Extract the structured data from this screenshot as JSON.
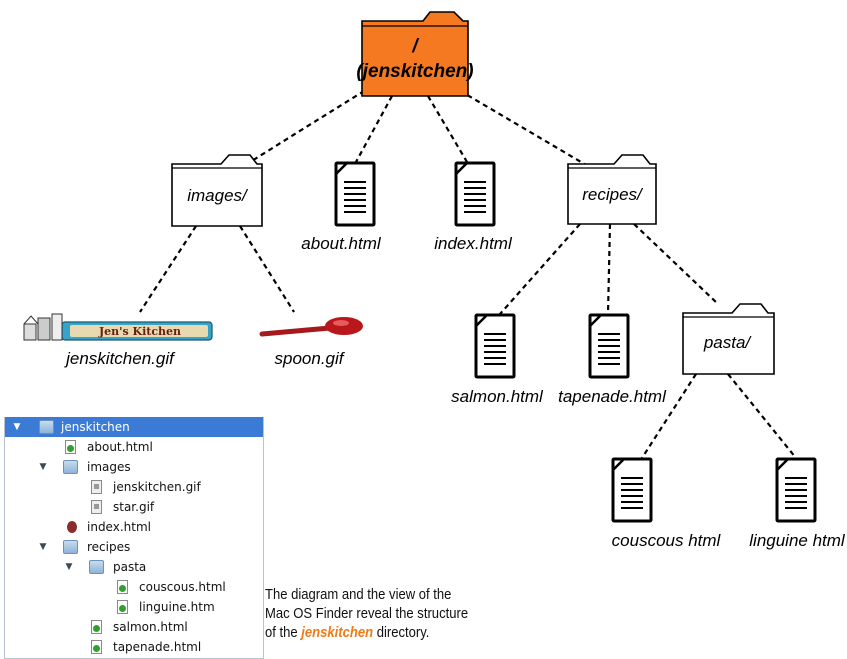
{
  "diagram": {
    "root_label_line1": "/",
    "root_label_line2": "(jenskitchen)",
    "images_folder": "images/",
    "about_file": "about.html",
    "index_file": "index.html",
    "recipes_folder": "recipes/",
    "jenskitchen_gif": "jenskitchen.gif",
    "jenskitchen_logo_text": "Jen's Kitchen",
    "spoon_gif": "spoon.gif",
    "salmon_file": "salmon.html",
    "tapenade_file": "tapenade.html",
    "pasta_folder": "pasta/",
    "couscous_file": "couscous html",
    "linguine_file": "linguine html",
    "colors": {
      "root_folder": "#F47920",
      "connector": "#000000"
    }
  },
  "finder": {
    "rows": [
      {
        "label": "jenskitchen",
        "icon": "folder-icon",
        "expanded": true,
        "selected": true
      },
      {
        "label": "about.html",
        "icon": "html-file-icon"
      },
      {
        "label": "images",
        "icon": "folder-icon",
        "expanded": true
      },
      {
        "label": "jenskitchen.gif",
        "icon": "gif-file-icon"
      },
      {
        "label": "star.gif",
        "icon": "gif-file-icon"
      },
      {
        "label": "index.html",
        "icon": "html-file-icon"
      },
      {
        "label": "recipes",
        "icon": "folder-icon",
        "expanded": true
      },
      {
        "label": "pasta",
        "icon": "folder-icon",
        "expanded": true
      },
      {
        "label": "couscous.html",
        "icon": "html-file-icon"
      },
      {
        "label": "linguine.htm",
        "icon": "html-file-icon"
      },
      {
        "label": "salmon.html",
        "icon": "html-file-icon"
      },
      {
        "label": "tapenade.html",
        "icon": "html-file-icon"
      }
    ],
    "colors": {
      "selection": "#3B7BD6"
    }
  },
  "caption": {
    "line1": "The diagram and the view of the",
    "line2": "Mac OS Finder reveal the structure",
    "line3_prefix": "of the",
    "highlight": "jenskitchen",
    "line3_suffix": "directory.",
    "highlight_color": "#F07A13"
  }
}
